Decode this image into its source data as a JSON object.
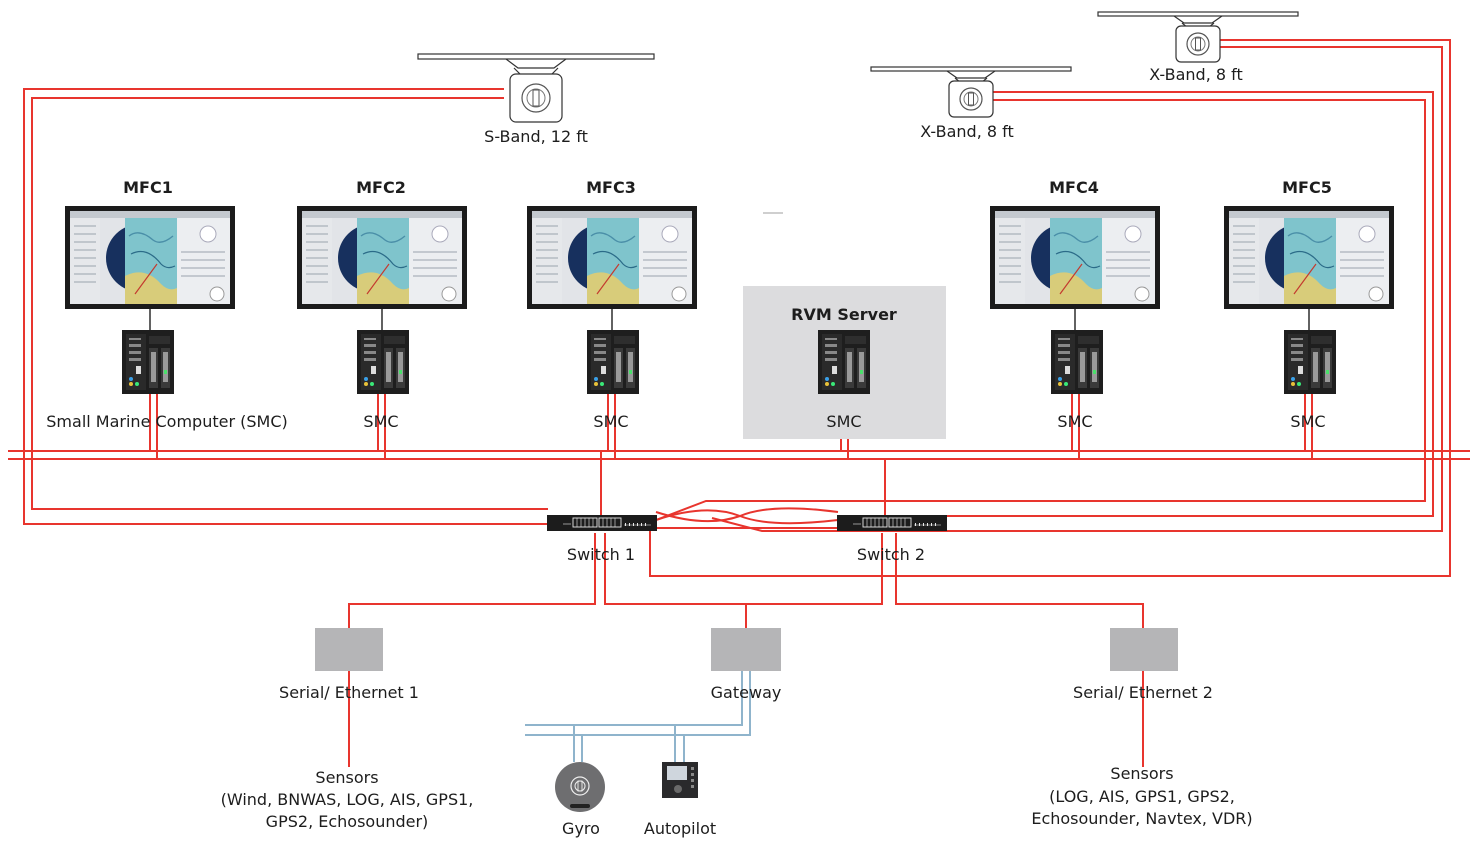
{
  "colors": {
    "ethernet": "#e8352e",
    "serial": "#8fb4cc",
    "device_grey": "#b5b5b7",
    "server_area": "#dcdcde",
    "screen_bezel": "#1b1b1b"
  },
  "radars": [
    {
      "label": "S-Band, 12 ft"
    },
    {
      "label": "X-Band, 8 ft"
    },
    {
      "label": "X-Band, 8 ft"
    }
  ],
  "workstations": [
    {
      "title": "MFC1",
      "computer_label": "Small Marine Computer (SMC)"
    },
    {
      "title": "MFC2",
      "computer_label": "SMC"
    },
    {
      "title": "MFC3",
      "computer_label": "SMC"
    },
    {
      "title": "MFC4",
      "computer_label": "SMC"
    },
    {
      "title": "MFC5",
      "computer_label": "SMC"
    }
  ],
  "rvm_server": {
    "title": "RVM Server",
    "computer_label": "SMC"
  },
  "switches": [
    {
      "label": "Switch 1"
    },
    {
      "label": "Switch 2"
    }
  ],
  "converters": [
    {
      "label": "Serial/ Ethernet 1"
    },
    {
      "label": "Gateway"
    },
    {
      "label": "Serial/ Ethernet 2"
    }
  ],
  "sensor_groups": [
    {
      "title": "Sensors",
      "detail": "(Wind, BNWAS, LOG, AIS, GPS1,\nGPS2, Echosounder)"
    },
    {
      "title": "Sensors",
      "detail": "(LOG, AIS, GPS1, GPS2,\nEchosounder, Navtex, VDR)"
    }
  ],
  "devices": {
    "gyro": {
      "label": "Gyro",
      "icon": "gyro-compass-icon"
    },
    "autopilot": {
      "label": "Autopilot",
      "icon": "autopilot-panel-icon"
    }
  }
}
